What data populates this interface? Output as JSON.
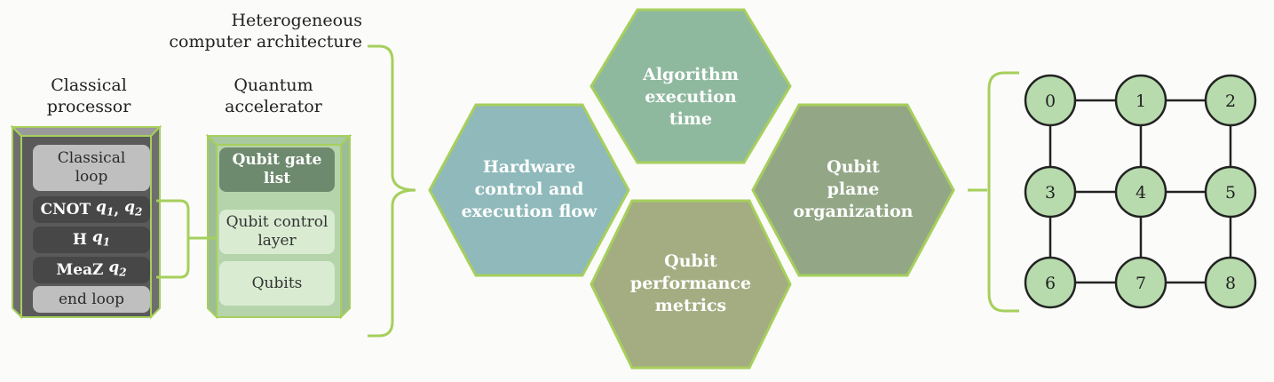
{
  "architecture_title": "Heterogeneous computer architecture",
  "architecture_title_line1": "Heterogeneous",
  "architecture_title_line2": "computer architecture",
  "classical": {
    "title_line1": "Classical",
    "title_line2": "processor",
    "items": [
      {
        "line1": "Classical",
        "line2": "loop"
      },
      {
        "text": "CNOT",
        "q1": "q",
        "q1sub": "1",
        "sep": ", ",
        "q2": "q",
        "q2sub": "2"
      },
      {
        "text": "H",
        "q": "q",
        "qsub": "1"
      },
      {
        "text": "MeaZ",
        "q": "q",
        "qsub": "2"
      },
      {
        "text": "end loop"
      }
    ]
  },
  "quantum": {
    "title_line1": "Quantum",
    "title_line2": "accelerator",
    "items": [
      {
        "line1": "Qubit gate",
        "line2": "list"
      },
      {
        "line1": "Qubit control",
        "line2": "layer"
      },
      {
        "text": "Qubits"
      }
    ]
  },
  "hexagons": [
    {
      "lines": [
        "Algorithm",
        "execution",
        "time"
      ],
      "color": "#8fb99f"
    },
    {
      "lines": [
        "Hardware",
        "control and",
        "execution flow"
      ],
      "color": "#8fb9bb"
    },
    {
      "lines": [
        "Qubit",
        "plane",
        "organization"
      ],
      "color": "#93a786"
    },
    {
      "lines": [
        "Qubit",
        "performance",
        "metrics"
      ],
      "color": "#a4ad82"
    }
  ],
  "accent_color": "#a6cf5c",
  "grid": {
    "nodes": [
      "0",
      "1",
      "2",
      "3",
      "4",
      "5",
      "6",
      "7",
      "8"
    ],
    "node_fill": "#b7dbad"
  }
}
